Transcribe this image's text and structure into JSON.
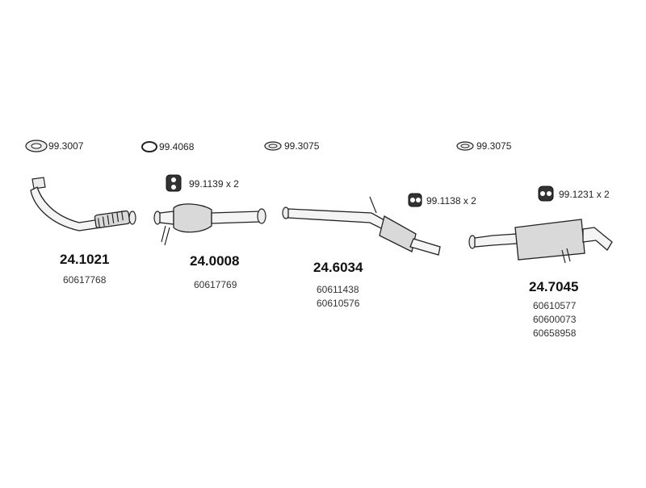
{
  "accessories": [
    {
      "code": "99.3007"
    },
    {
      "code": "99.4068"
    },
    {
      "code": "99.3075"
    },
    {
      "code": "99.3075"
    },
    {
      "code": "99.1139 x 2"
    },
    {
      "code": "99.1138 x 2"
    },
    {
      "code": "99.1231 x 2"
    }
  ],
  "parts": [
    {
      "number": "24.1021",
      "oem": [
        "60617768"
      ]
    },
    {
      "number": "24.0008",
      "oem": [
        "60617769"
      ]
    },
    {
      "number": "24.6034",
      "oem": [
        "60611438",
        "60610576"
      ]
    },
    {
      "number": "24.7045",
      "oem": [
        "60610577",
        "60600073",
        "60658958"
      ]
    }
  ]
}
